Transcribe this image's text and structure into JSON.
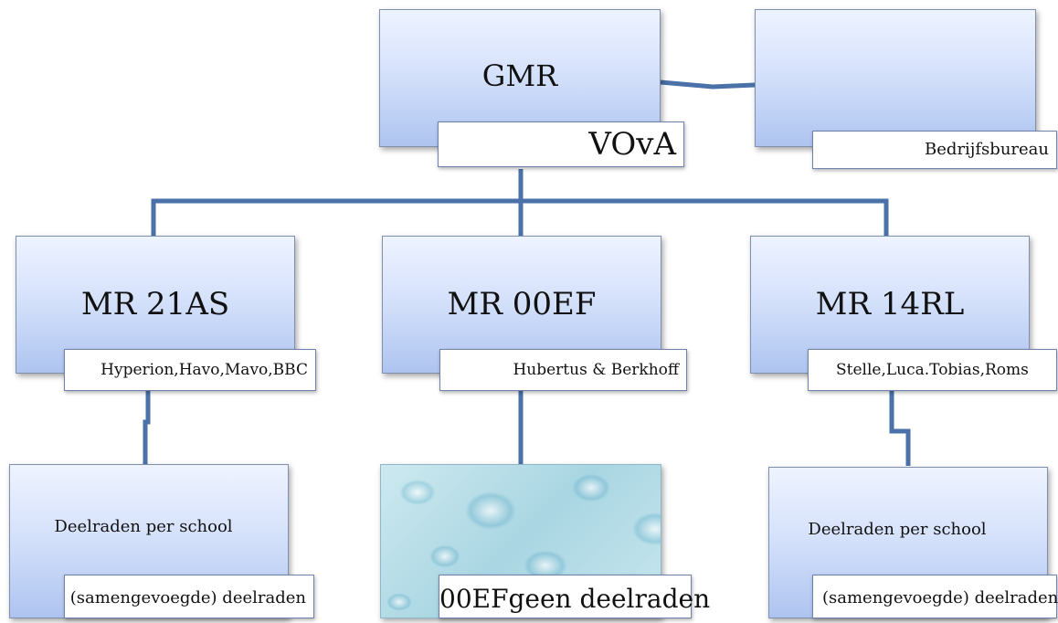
{
  "colors": {
    "connector": "#4a72a8",
    "box_top": "#eef3ff",
    "box_bottom": "#aec4f0",
    "label_border": "#6f82aa"
  },
  "nodes": {
    "gmr": {
      "title": "GMR",
      "label": "VOvA"
    },
    "bedrijfsbureau": {
      "title": "",
      "label": "Bedrijfsbureau"
    },
    "mr21as": {
      "title": "MR 21AS",
      "label": "Hyperion,Havo,Mavo,BBC"
    },
    "mr00ef": {
      "title": "MR 00EF",
      "label": "Hubertus & Berkhoff"
    },
    "mr14rl": {
      "title": "MR 14RL",
      "label": "Stelle,Luca.Tobias,Roms"
    },
    "deelraden_left": {
      "title": "Deelraden per school",
      "label": "(samengevoegde) deelraden"
    },
    "deelraden_center": {
      "title": "",
      "label": "00EFgeen deelraden"
    },
    "deelraden_right": {
      "title": "Deelraden per school",
      "label": "(samengevoegde) deelraden"
    }
  }
}
